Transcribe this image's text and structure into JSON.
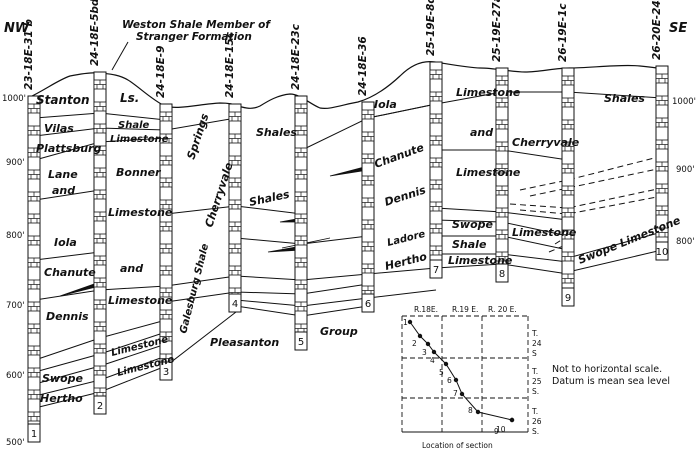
{
  "directions": {
    "left": "NW",
    "right": "SE"
  },
  "callout": {
    "line1": "Weston Shale Member of",
    "line2": "Stranger Formation"
  },
  "wells": [
    {
      "num": "1",
      "id": "23-18E-31 b"
    },
    {
      "num": "2",
      "id": "24-18E-5bd"
    },
    {
      "num": "3",
      "id": "24-18E-9"
    },
    {
      "num": "4",
      "id": "24-18E-15c"
    },
    {
      "num": "5",
      "id": "24-18E-23c"
    },
    {
      "num": "6",
      "id": "24-18E-36"
    },
    {
      "num": "7",
      "id": "25-19E-8d"
    },
    {
      "num": "8",
      "id": "25-19E-27a"
    },
    {
      "num": "9",
      "id": "26-19E-1c"
    },
    {
      "num": "10",
      "id": "26-20E-24a"
    }
  ],
  "elevation_axis": {
    "left": [
      "1000'",
      "900'",
      "800'",
      "700'",
      "600'",
      "500'"
    ],
    "right": [
      "1000'",
      "900'",
      "800'"
    ]
  },
  "units": {
    "stanton": "Stanton",
    "ls": "Ls.",
    "vilas": "Vilas",
    "shale": "Shale",
    "limestone": "Limestone",
    "plattsburg": "Plattsburg",
    "bonner": "Bonner",
    "springs": "Springs",
    "lane": "Lane",
    "and": "and",
    "iola": "Iola",
    "cherryvale": "Cherryvale",
    "galesburg": "Galesburg Shale",
    "chanute": "Chanute",
    "dennis": "Dennis",
    "swope": "Swope",
    "hertho": "Hertho",
    "pleasanton": "Pleasanton",
    "group": "Group",
    "shales": "Shales",
    "ladore": "Ladore",
    "swope_limestone": "Swope Limestone"
  },
  "location_map": {
    "ranges": [
      "R.18E.",
      "R.19 E.",
      "R. 20 E."
    ],
    "townships": [
      "T.",
      "24",
      "S",
      "T.",
      "25",
      "S.",
      "T.",
      "26",
      "S."
    ],
    "caption": "Location of section"
  },
  "note": {
    "line1": "Not to horizontal scale.",
    "line2": "Datum is mean sea level"
  }
}
